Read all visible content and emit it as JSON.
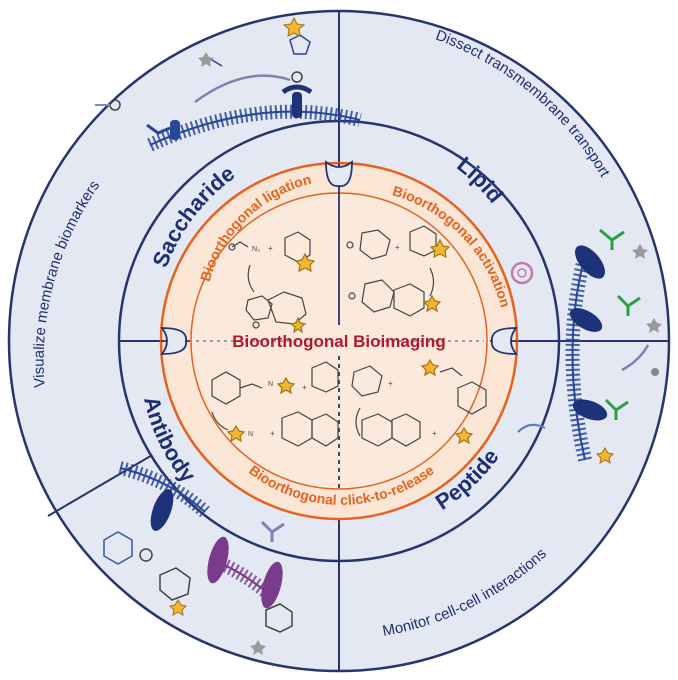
{
  "center": {
    "title": "Bioorthogonal Bioimaging"
  },
  "inner_ring": {
    "ligation": "Bioorthogonal ligation",
    "activation": "Bioorthogonal activation",
    "click_to_release": "Bioorthogonal click-to-release"
  },
  "middle_ring": {
    "saccharide": "Saccharide",
    "lipid": "Lipid",
    "antibody": "Antibody",
    "peptide": "Peptide"
  },
  "outer_ring": {
    "transport": "Dissect transmembrane transport",
    "biomarkers": "Visualize membrane biomarkers",
    "interactions": "Monitor cell-cell interactions"
  },
  "chemistry": {
    "azide_label": "N₃"
  },
  "colors": {
    "outer_fill": "#e3e8f3",
    "ring_stroke": "#26356e",
    "label_navy": "#1c2f72",
    "inner_orange": "#e5621f",
    "center_fill": "#fbe6d6",
    "center_title": "#b0192b",
    "membrane_blue": "#27479a",
    "membrane_purple": "#7a3b8c"
  }
}
